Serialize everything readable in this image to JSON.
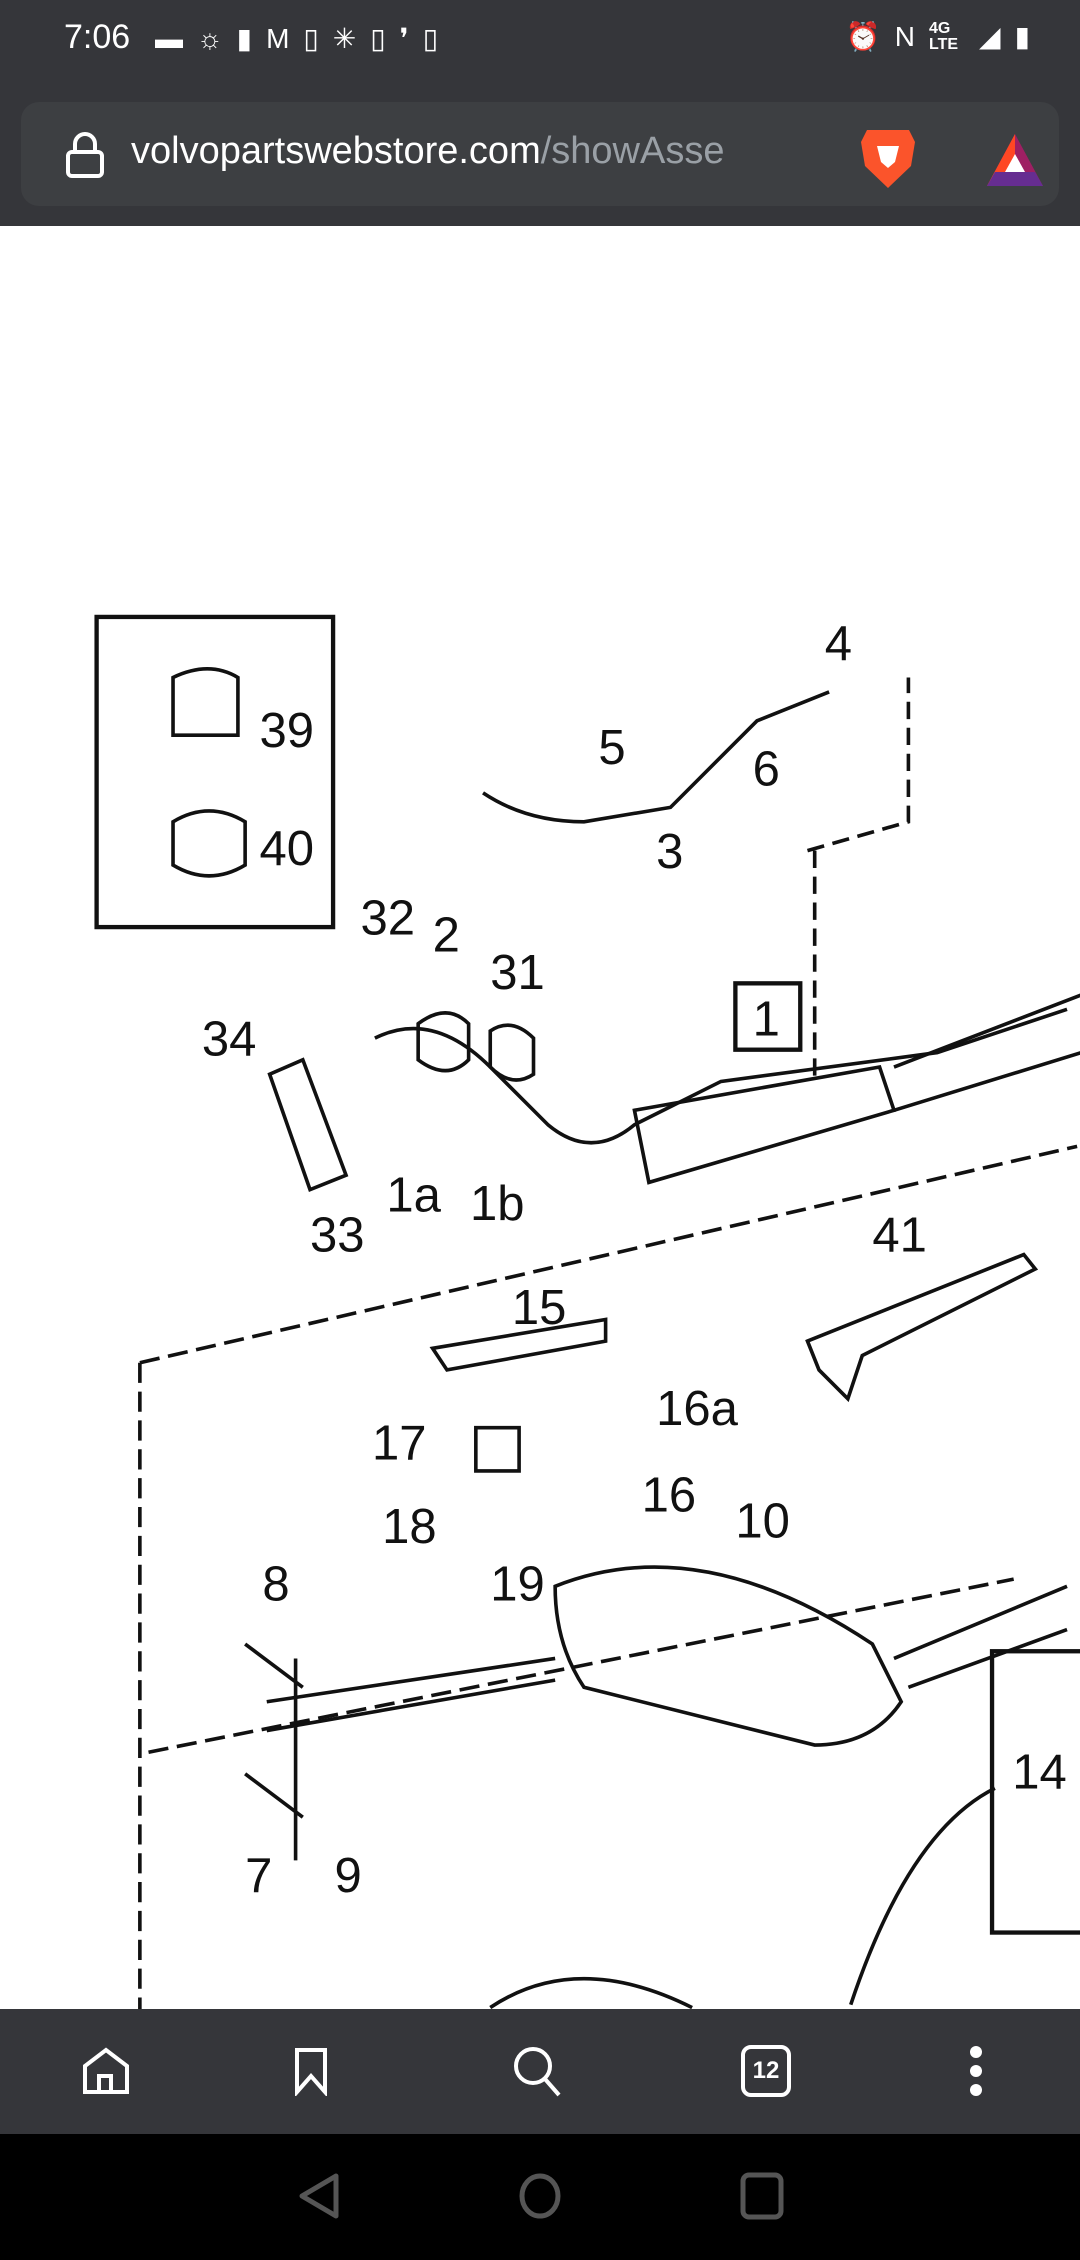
{
  "status_bar": {
    "time": "7:06",
    "network": "4G LTE",
    "notification_icons": [
      "message-icon",
      "brightness-icon",
      "battery-saver-icon",
      "gmail-icon",
      "app-icon",
      "walmart-icon",
      "app-icon",
      "feather-icon",
      "app-icon"
    ],
    "right_icons": [
      "alarm-icon",
      "nfc-icon",
      "signal-icon",
      "battery-icon"
    ]
  },
  "browser": {
    "url_domain": "volvopartswebstore.com",
    "url_path": "/showAsse",
    "tab_count": "12"
  },
  "diagram": {
    "labels": [
      "39",
      "40",
      "32",
      "2",
      "31",
      "34",
      "33",
      "1a",
      "1b",
      "1",
      "5",
      "6",
      "4",
      "3",
      "41",
      "15",
      "16a",
      "17",
      "16",
      "18",
      "10",
      "19",
      "8",
      "7",
      "9",
      "14"
    ]
  },
  "bottom_nav": [
    "home",
    "bookmarks",
    "search",
    "tabs",
    "menu"
  ],
  "system_nav": [
    "back",
    "home",
    "recents"
  ]
}
